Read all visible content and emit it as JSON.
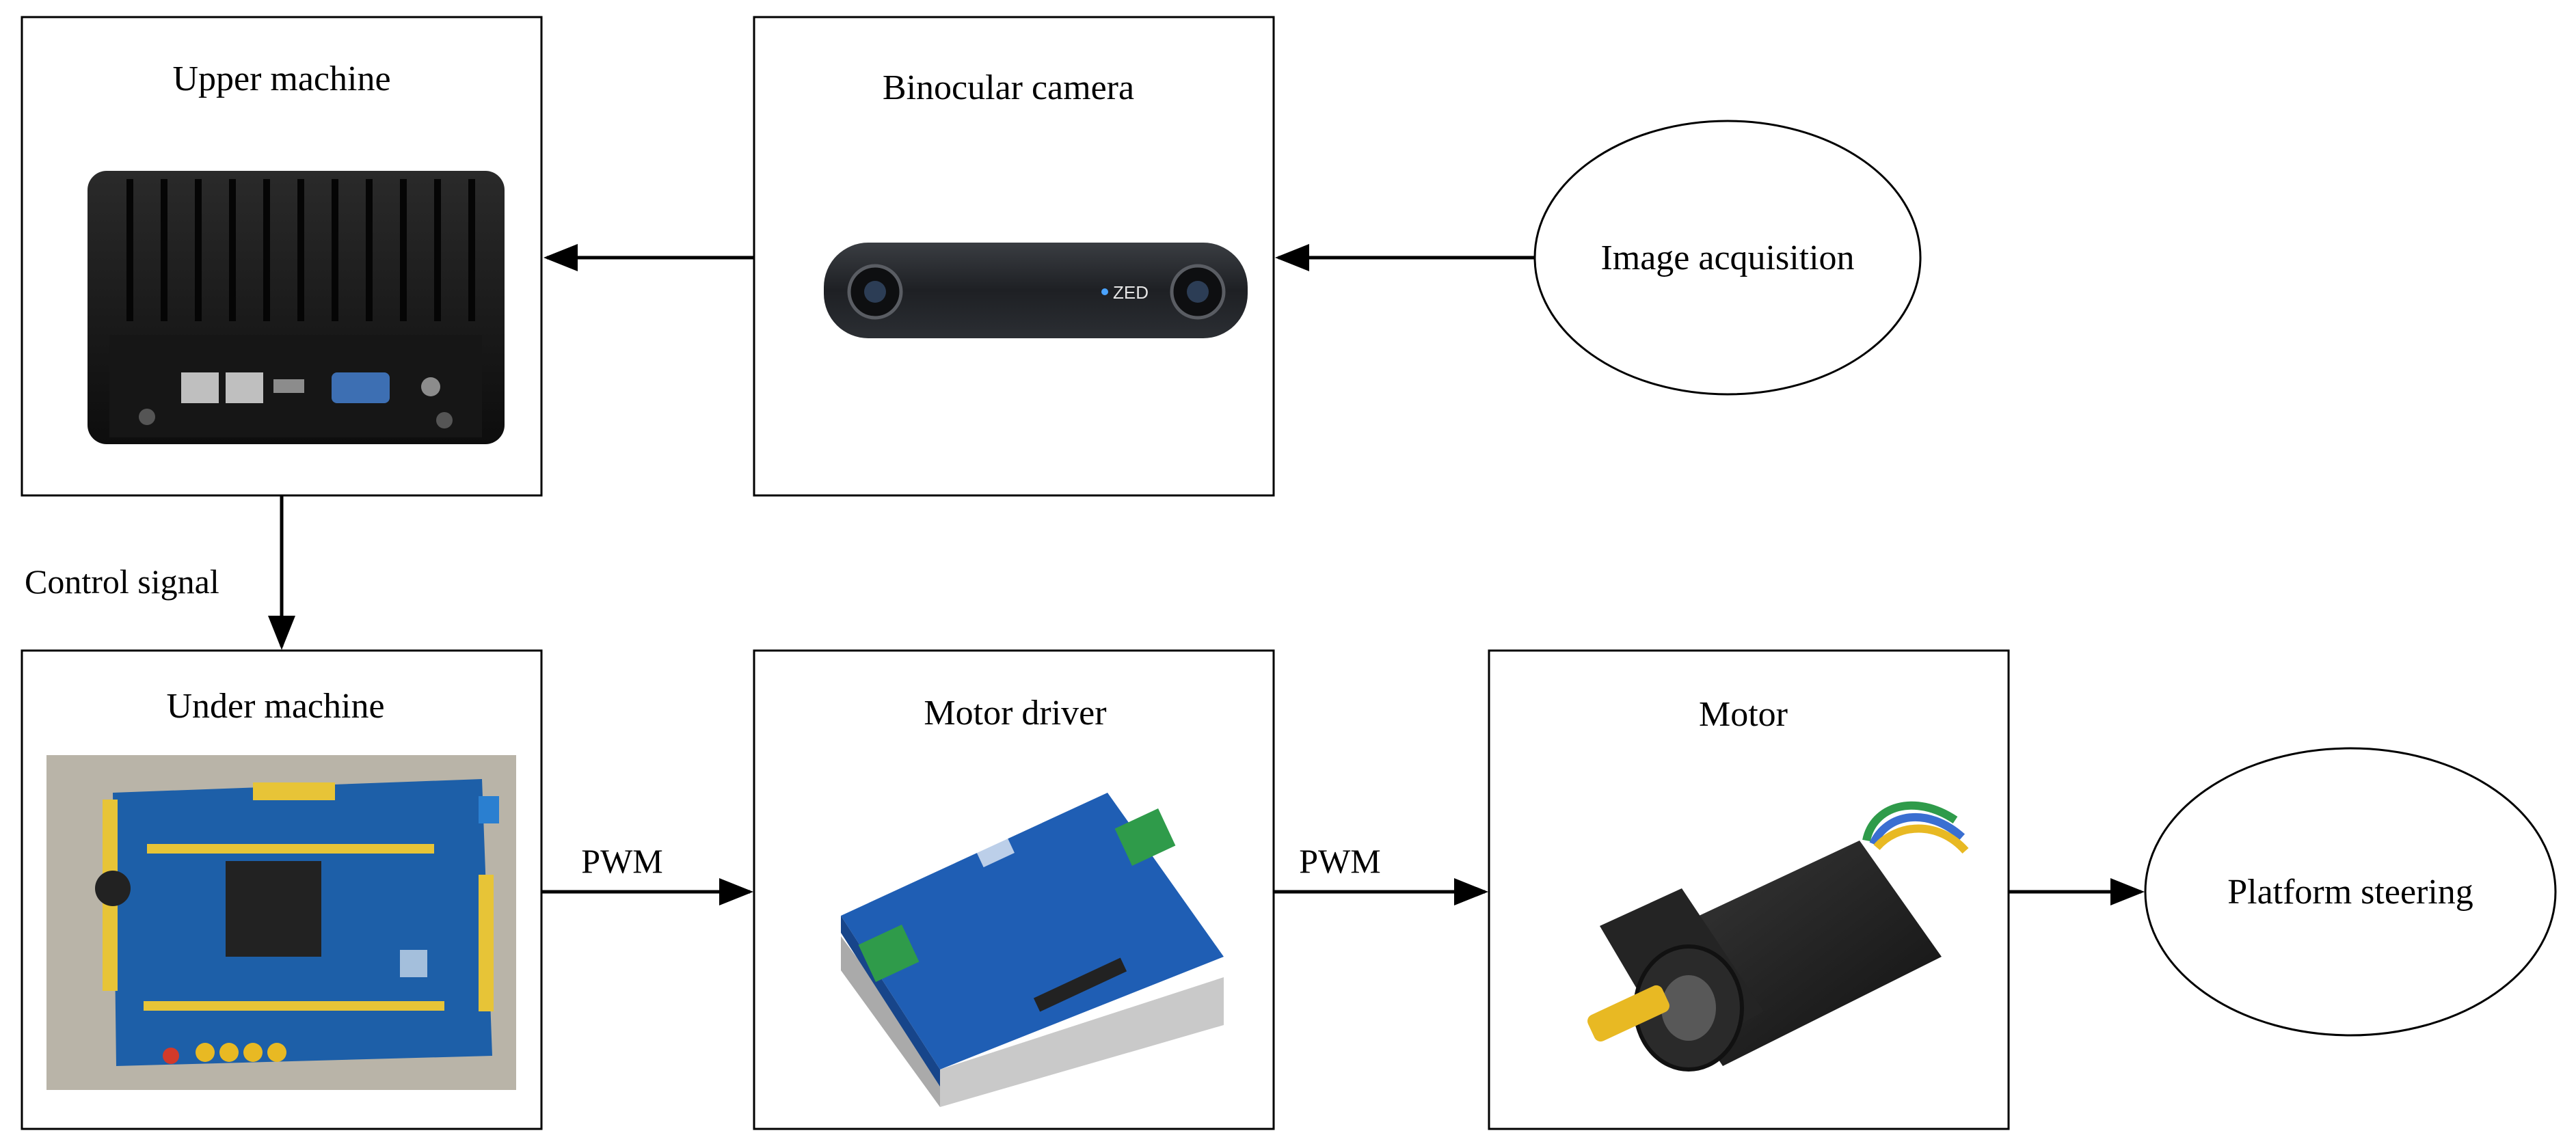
{
  "nodes": {
    "upper_machine": {
      "label": "Upper machine",
      "icon": "mini-pc-icon"
    },
    "binocular_camera": {
      "label": "Binocular camera",
      "icon": "stereo-camera-icon",
      "device_text": "ZED"
    },
    "image_acquisition": {
      "label": "Image acquisition"
    },
    "under_machine": {
      "label": "Under machine",
      "icon": "microcontroller-board-icon"
    },
    "motor_driver": {
      "label": "Motor driver",
      "icon": "motor-driver-board-icon"
    },
    "motor": {
      "label": "Motor",
      "icon": "servo-motor-icon"
    },
    "platform_steering": {
      "label": "Platform steering"
    }
  },
  "edges": {
    "control_signal": {
      "label": "Control signal"
    },
    "pwm_1": {
      "label": "PWM"
    },
    "pwm_2": {
      "label": "PWM"
    }
  },
  "colors": {
    "line": "#000000",
    "pcb_blue": "#1d5fa8",
    "driver_blue": "#1f5eb4",
    "terminal_green": "#2f9b4a",
    "motor_black": "#1b1b1b",
    "shaft_yellow": "#e8b923"
  }
}
